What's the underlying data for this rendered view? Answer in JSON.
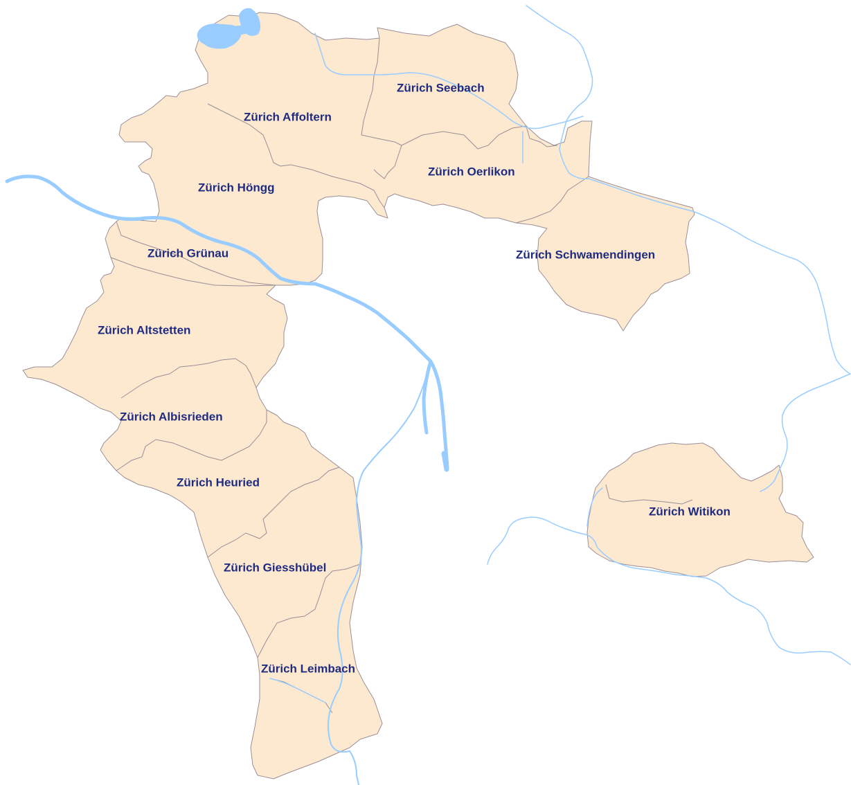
{
  "map": {
    "colors": {
      "district_fill": "#FCE9CF",
      "district_border": "#9A8E97",
      "water": "#99CCFF",
      "label_text": "#1F2B80",
      "background": "#FFFFFF"
    },
    "districts": [
      {
        "id": "affoltern",
        "name": "Zürich Affoltern"
      },
      {
        "id": "seebach",
        "name": "Zürich Seebach"
      },
      {
        "id": "hoengg",
        "name": "Zürich Höngg"
      },
      {
        "id": "oerlikon",
        "name": "Zürich Oerlikon"
      },
      {
        "id": "gruenau",
        "name": "Zürich Grünau"
      },
      {
        "id": "schwamendingen",
        "name": "Zürich Schwamendingen"
      },
      {
        "id": "altstetten",
        "name": "Zürich Altstetten"
      },
      {
        "id": "albisrieden",
        "name": "Zürich Albisrieden"
      },
      {
        "id": "heuried",
        "name": "Zürich Heuried"
      },
      {
        "id": "witikon",
        "name": "Zürich Witikon"
      },
      {
        "id": "giesshuebel",
        "name": "Zürich Giesshübel"
      },
      {
        "id": "leimbach",
        "name": "Zürich Leimbach"
      }
    ]
  }
}
